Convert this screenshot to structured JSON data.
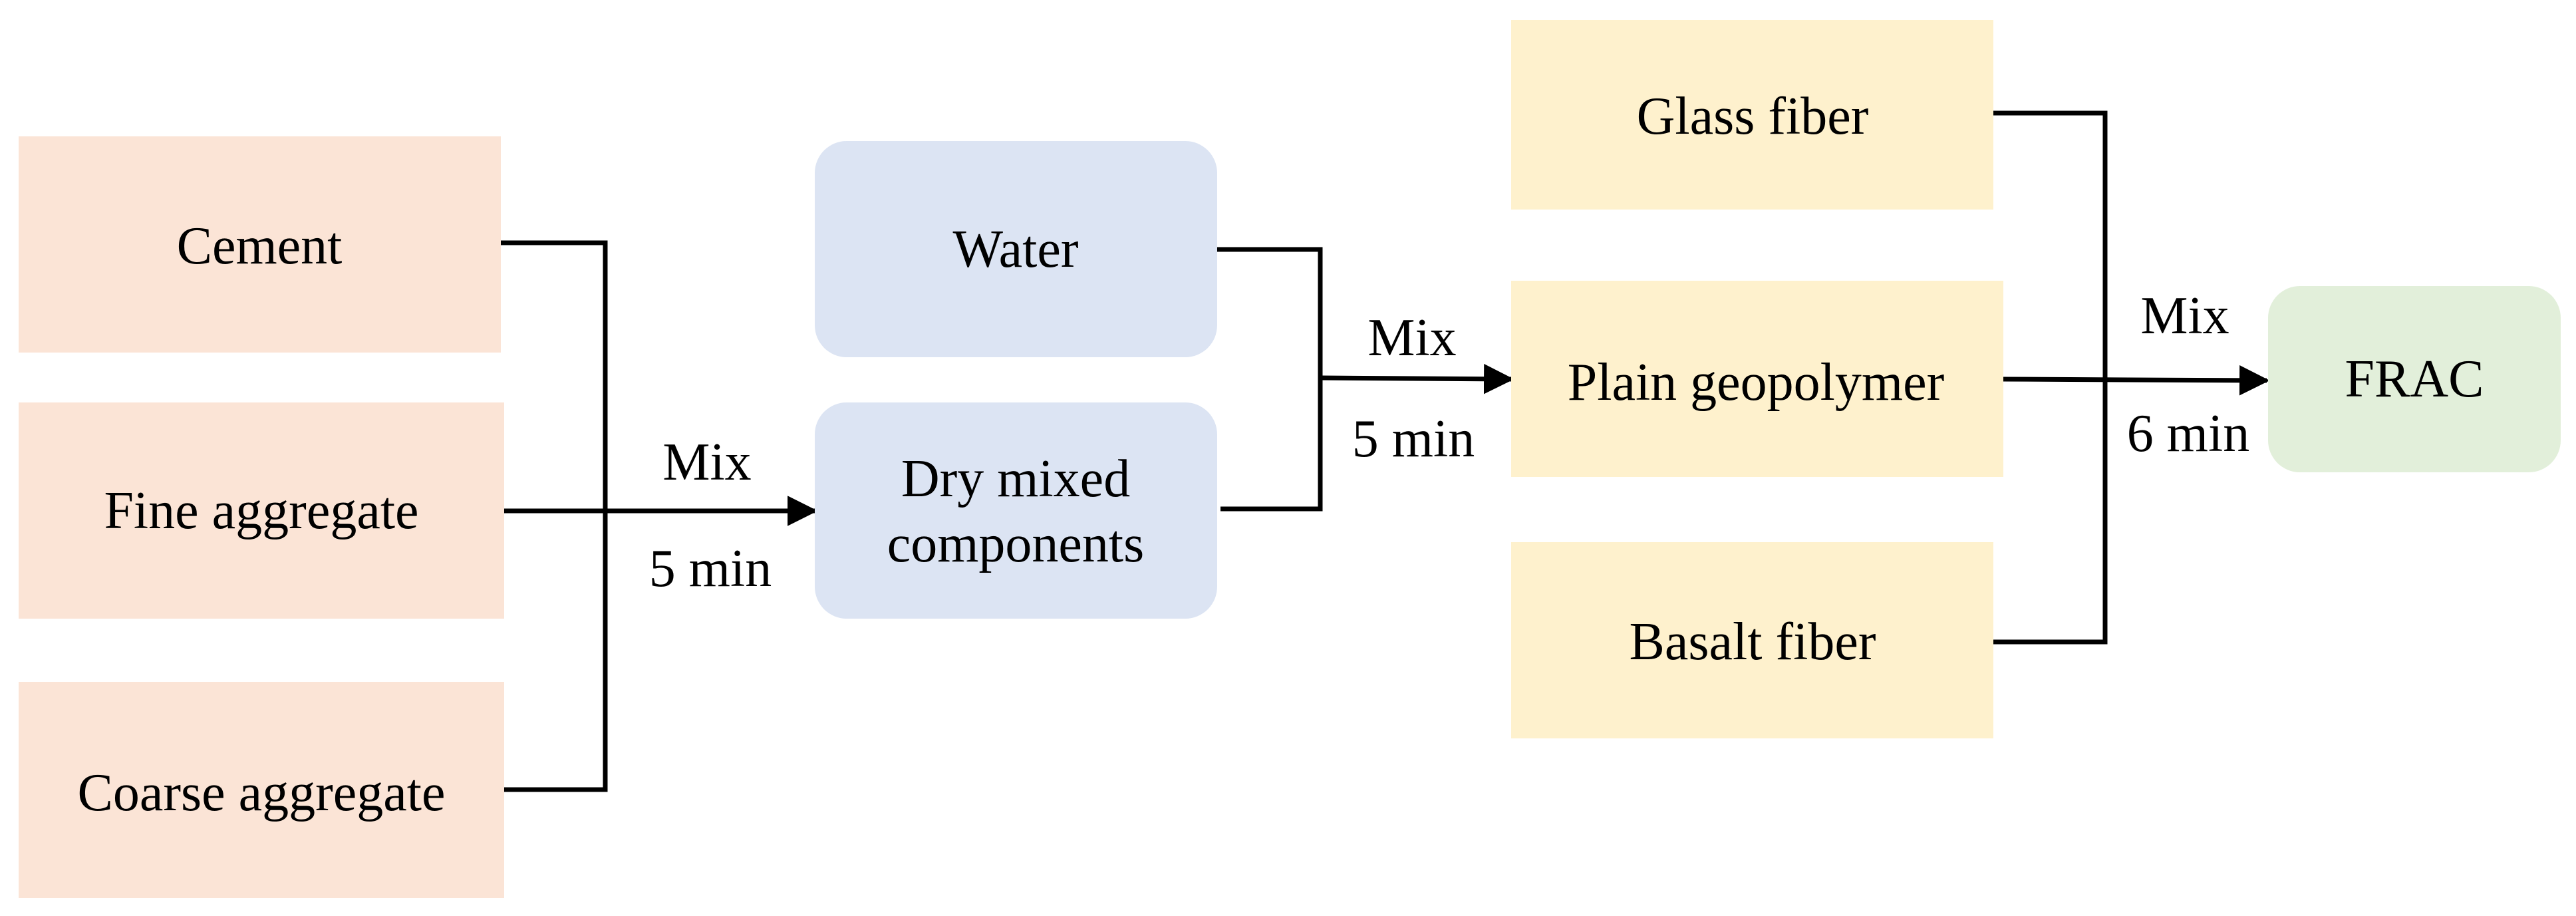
{
  "colors": {
    "raw_material_fill": "#FBE4D6",
    "intermediate_fill": "#DCE4F3",
    "fiber_fill": "#FEF1CD",
    "product_fill": "#E2EFDA",
    "line": "#000000",
    "text": "#000000"
  },
  "nodes": {
    "cement": "Cement",
    "fine_aggregate": "Fine aggregate",
    "coarse_aggregate": "Coarse aggregate",
    "water": "Water",
    "dry_mixed_line1": "Dry mixed",
    "dry_mixed_line2": "components",
    "glass_fiber": "Glass fiber",
    "plain_geopolymer": "Plain geopolymer",
    "basalt_fiber": "Basalt fiber",
    "frac": "FRAC"
  },
  "steps": {
    "step1": {
      "action": "Mix",
      "duration": "5 min"
    },
    "step2": {
      "action": "Mix",
      "duration": "5 min"
    },
    "step3": {
      "action": "Mix",
      "duration": "6 min"
    }
  }
}
